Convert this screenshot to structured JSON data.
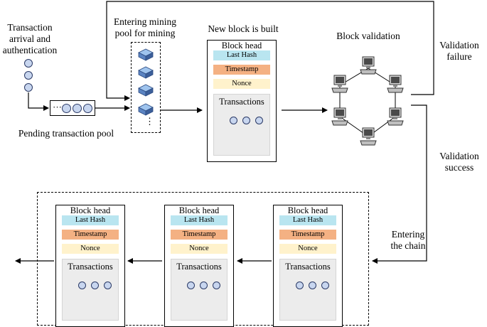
{
  "labels": {
    "transaction_arrival": "Transaction\narrival and\nauthentication",
    "pending_pool": "Pending transaction pool",
    "entering_mining_pool": "Entering mining\npool for mining",
    "new_block_built": "New block is built",
    "block_validation": "Block validation",
    "validation_failure": "Validation\nfailure",
    "validation_success": "Validation\nsuccess",
    "entering_chain": "Entering\nthe chain"
  },
  "queue_ellipsis": "···",
  "pool_ellipsis": "⋮",
  "block_fields": {
    "head": "Block head",
    "last_hash": "Last Hash",
    "timestamp": "Timestamp",
    "nonce": "Nonce",
    "transactions": "Transactions"
  },
  "colors": {
    "last_hash": "#b9e5f0",
    "timestamp": "#f4b183",
    "nonce": "#fff2cc",
    "transaction_dot": "#c8d6ef"
  },
  "icons": {
    "miner": "server-icon",
    "validator": "computer-icon"
  }
}
